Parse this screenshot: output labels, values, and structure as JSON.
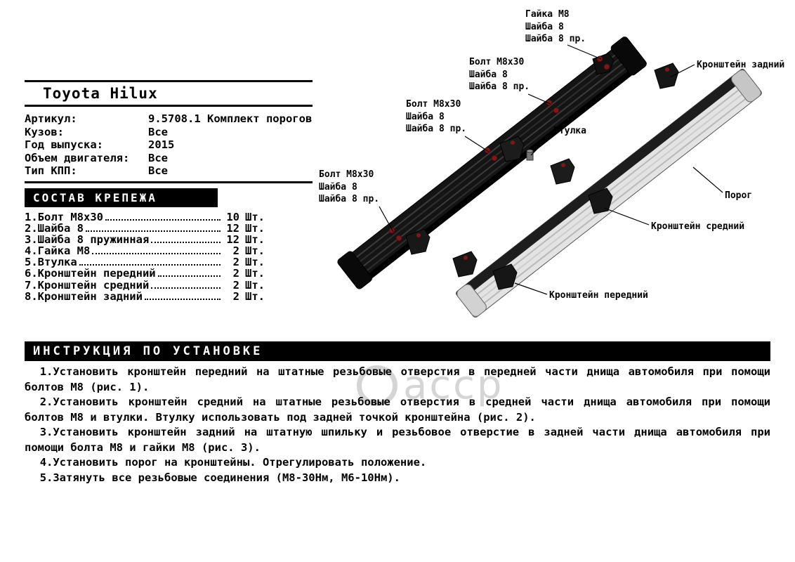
{
  "header": {
    "title": "Toyota Hilux"
  },
  "specs": {
    "rows": [
      {
        "label": "Артикул:",
        "value": "9.5708.1 Комплект порогов"
      },
      {
        "label": "Кузов:",
        "value": "Все"
      },
      {
        "label": "Год выпуска:",
        "value": "2015"
      },
      {
        "label": "Объем двигателя:",
        "value": "Все"
      },
      {
        "label": "Тип КПП:",
        "value": "Все"
      }
    ]
  },
  "fasteners": {
    "title": "СОСТАВ КРЕПЕЖА",
    "items": [
      {
        "name": "1.Болт М8х30",
        "qty": "10",
        "unit": "Шт."
      },
      {
        "name": "2.Шайба 8",
        "qty": "12",
        "unit": "Шт."
      },
      {
        "name": "3.Шайба 8 пружинная",
        "qty": "12",
        "unit": "Шт."
      },
      {
        "name": "4.Гайка М8",
        "qty": "2",
        "unit": "Шт."
      },
      {
        "name": "5.Втулка",
        "qty": "2",
        "unit": "Шт."
      },
      {
        "name": "6.Кронштейн передний",
        "qty": "2",
        "unit": "Шт."
      },
      {
        "name": "7.Кронштейн средний",
        "qty": "2",
        "unit": "Шт."
      },
      {
        "name": "8.Кронштейн задний",
        "qty": "2",
        "unit": "Шт."
      }
    ]
  },
  "diagram": {
    "callouts": [
      {
        "lines": [
          "Гайка М8",
          "Шайба 8",
          "Шайба 8 пр."
        ]
      },
      {
        "lines": [
          "Болт М8х30",
          "Шайба 8",
          "Шайба 8 пр."
        ]
      },
      {
        "lines": [
          "Болт М8х30",
          "Шайба 8",
          "Шайба 8 пр."
        ]
      },
      {
        "lines": [
          "Втулка"
        ]
      },
      {
        "lines": [
          "Болт М8х30",
          "Шайба 8",
          "Шайба 8 пр."
        ]
      },
      {
        "lines": [
          "Кронштейн задний"
        ]
      },
      {
        "lines": [
          "Порог"
        ]
      },
      {
        "lines": [
          "Кронштейн средний"
        ]
      },
      {
        "lines": [
          "Кронштейн передний"
        ]
      }
    ]
  },
  "instructions": {
    "title": "ИНСТРУКЦИЯ ПО УСТАНОВКЕ",
    "steps": [
      "1.Установить кронштейн передний на штатные резьбовые отверстия в передней части днища автомобиля при помощи болтов М8 (рис. 1).",
      "2.Установить кронштейн средний на штатные резьбовые отверстия в средней части днища автомобиля при помощи болтов М8 и втулки. Втулку использовать под задней точкой кронштейна (рис. 2).",
      "3.Установить кронштейн задний на штатную шпильку и резьбовое отверстие в задней части днища автомобиля при помощи болта М8 и гайки М8 (рис. 3).",
      "4.Установить порог на кронштейны. Отрегулировать положение.",
      "5.Затянуть все резьбовые соединения (М8-30Нм, М6-10Нм)."
    ]
  },
  "watermark": {
    "text": "асср"
  }
}
